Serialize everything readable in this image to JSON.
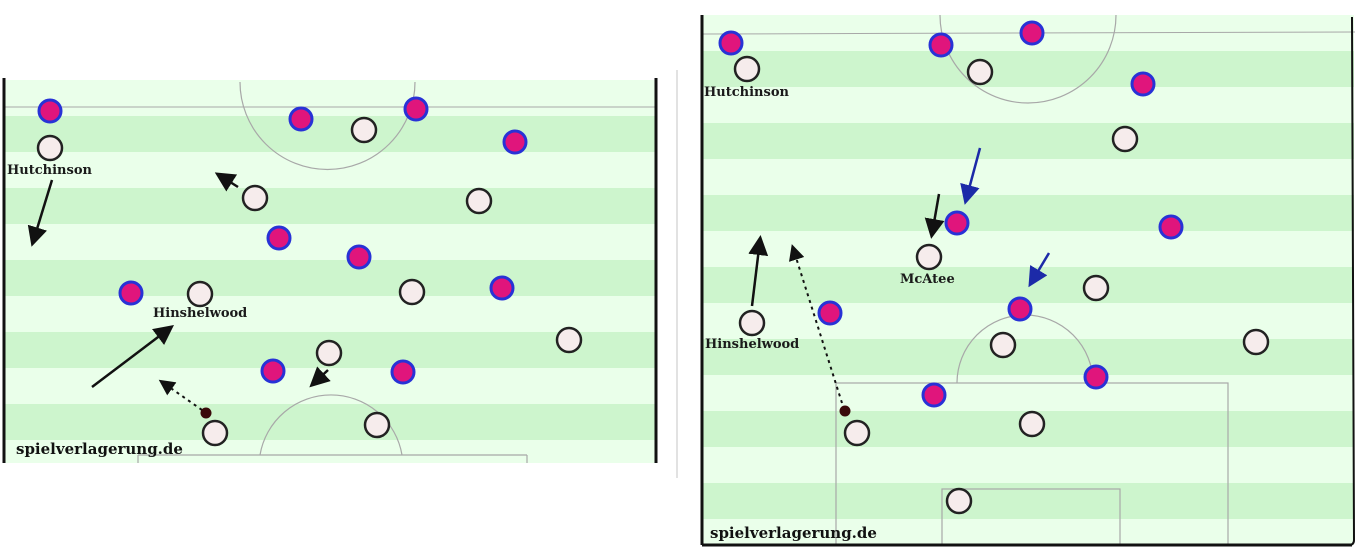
{
  "colors": {
    "pitch_light": "#eaffea",
    "pitch_dark": "#cdf5cd",
    "line": "#a8a8a8",
    "team_attack_fill": "#e0157c",
    "team_attack_ring": "#2832d6",
    "team_defend_fill": "#f6ecec",
    "team_defend_ring": "#222222",
    "arrow_black": "#111111",
    "arrow_blue": "#1c2aa8"
  },
  "left_panel": {
    "watermark": "spielverlagerung.de",
    "labels": {
      "hutchinson": "Hutchinson",
      "hinshelwood": "Hinshelwood"
    }
  },
  "right_panel": {
    "watermark": "spielverlagerung.de",
    "labels": {
      "hutchinson": "Hutchinson",
      "hinshelwood": "Hinshelwood",
      "mcatee": "McAtee"
    }
  }
}
